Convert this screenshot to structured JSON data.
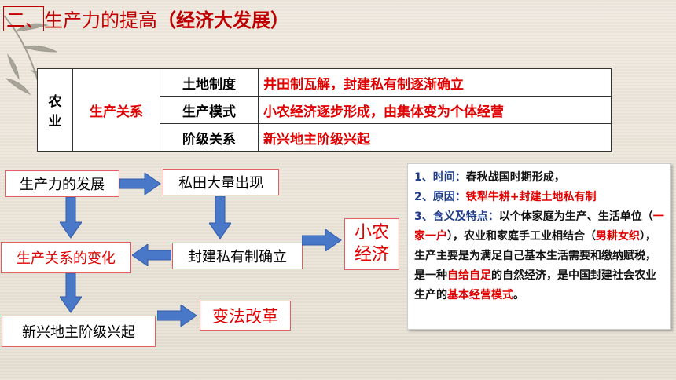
{
  "title": {
    "prefix": "二、生产力的提高",
    "paren_open": "（",
    "topic": "经济大发展",
    "paren_close": "）"
  },
  "table": {
    "col1": "农业",
    "col2": "生产关系",
    "rows": [
      {
        "category": "土地制度",
        "description": "井田制瓦解，封建私有制逐渐确立"
      },
      {
        "category": "生产模式",
        "description": "小农经济逐步形成，由集体变为个体经营"
      },
      {
        "category": "阶级关系",
        "description": "新兴地主阶级兴起"
      }
    ]
  },
  "flow": {
    "productivity": "生产力的发展",
    "private_fields": "私田大量出现",
    "private_ownership": "封建私有制确立",
    "small_econ": "小农经济",
    "relations_change": "生产关系的变化",
    "landlord": "新兴地主阶级兴起",
    "reform": "变法改革"
  },
  "panel": {
    "l1_label": "1、时间：",
    "l1_text": "春秋战国时期形成，",
    "l2_label": "2、原因：",
    "l2_text": "铁犁牛耕+封建土地私有制",
    "l3_label": "3、含义及特点：",
    "l3_a": "以个体家庭为生产、生活单位（",
    "l3_b": "一家一户",
    "l3_c": "），农业和家庭手工业相结合（",
    "l3_d": "男耕女织",
    "l3_e": "），生产主要是为满足自己基本生活需要和缴纳赋税，是一种",
    "l3_f": "自给自足",
    "l3_g": "的自然经济，是中国封建社会农业生产的",
    "l3_h": "基本经营模式",
    "l3_i": "。"
  },
  "colors": {
    "accent_red": "#e00000",
    "arrow_blue": "#4a78c8",
    "label_blue": "#1f3c8c"
  }
}
